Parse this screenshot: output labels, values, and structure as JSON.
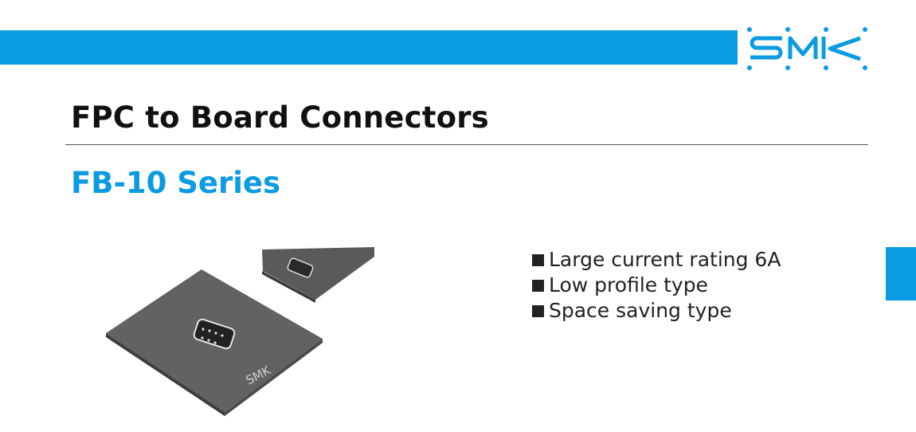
{
  "brand": {
    "logo_text": "SMK",
    "accent": "#0a9be3"
  },
  "header": {
    "title": "FPC to Board Connectors",
    "series": "FB-10 Series"
  },
  "features": [
    "Large current rating 6A",
    "Low profile type",
    "Space saving type"
  ],
  "product_image": {
    "marking": "SMK"
  }
}
